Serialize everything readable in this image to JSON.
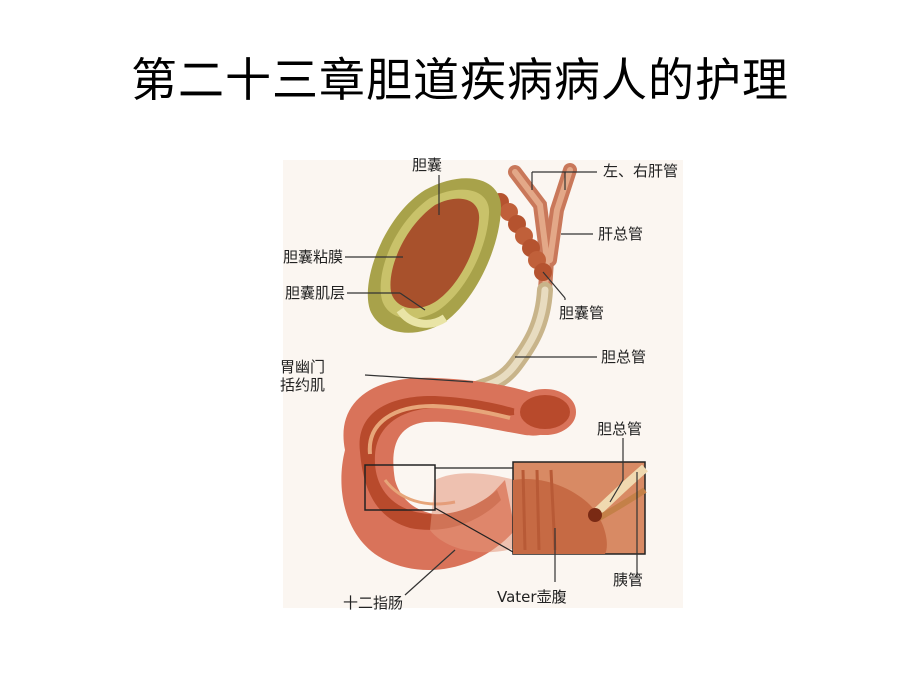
{
  "slide": {
    "title": "第二十三章胆道疾病病人的护理"
  },
  "diagram": {
    "labels": {
      "gallbladder": "胆囊",
      "left_right_hepatic_duct": "左、右肝管",
      "common_hepatic_duct": "肝总管",
      "gallbladder_mucosa": "胆囊粘膜",
      "gallbladder_muscle_layer": "胆囊肌层",
      "cystic_duct": "胆囊管",
      "common_bile_duct": "胆总管",
      "pyloric_sphincter_line1": "胃幽门",
      "pyloric_sphincter_line2": "括约肌",
      "common_bile_duct_inset": "胆总管",
      "pancreatic_duct": "胰管",
      "duodenum": "十二指肠",
      "vater_ampulla": "Vater壶腹"
    },
    "colors": {
      "organ_wall": "#d9735a",
      "organ_inner": "#b84a2c",
      "mucosa": "#c8642f",
      "gallbladder_outer": "#a8a24a",
      "gallbladder_rim": "#c9c26a",
      "bile_duct": "#d9c39a",
      "leader_line": "#333333"
    }
  }
}
